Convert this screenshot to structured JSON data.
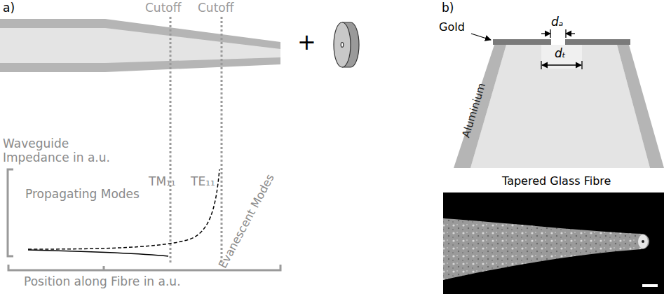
{
  "diagram": {
    "labels": [
      "a)",
      "Cutoff",
      "Cutoff",
      "+",
      "Waveguide Impedance in a.u.",
      "TM₁₁",
      "TE₁₁",
      "Propagating Modes",
      "Evanescent Modes",
      "Position along Fibre in a.u.",
      "b)",
      "Gold",
      "dₐ",
      "dₜ",
      "Aluminium",
      "Tapered Glass Fibre"
    ]
  }
}
